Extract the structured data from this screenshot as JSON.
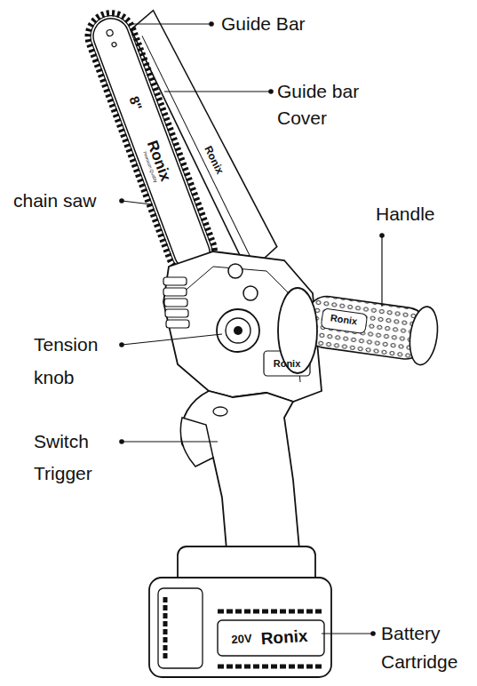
{
  "diagram": {
    "labels": [
      "Guide Bar",
      "Guide bar Cover",
      "chain saw",
      "Handle",
      "Tension knob",
      "Switch Trigger",
      "Battery Cartridge",
      "8\"",
      "Ronix",
      "Premium Quality",
      "Ronix",
      "Ronix",
      "Ronix",
      "20V",
      "Ronix"
    ]
  }
}
